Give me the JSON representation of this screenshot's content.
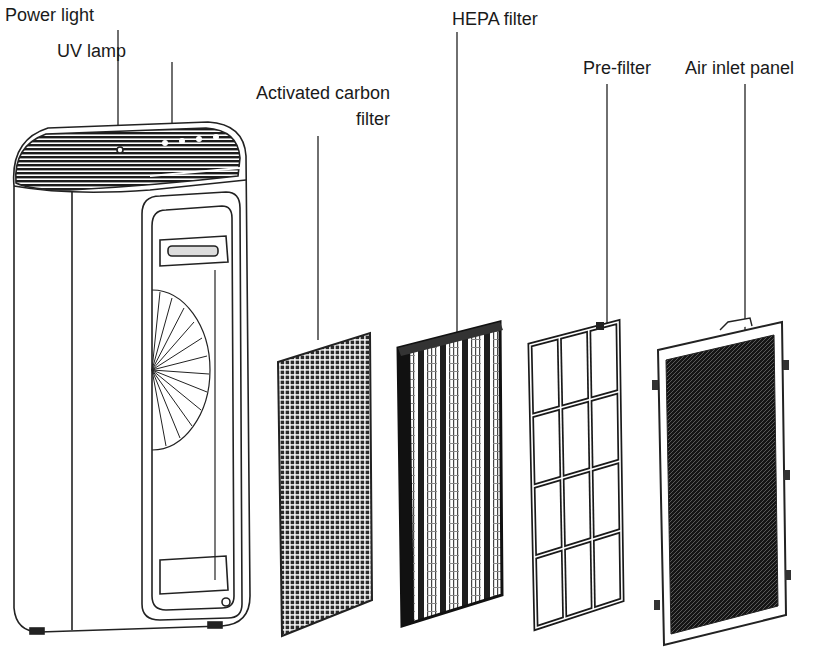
{
  "diagram": {
    "labels": [
      "Power light",
      "UV lamp",
      "Activated carbon filter",
      "HEPA filter",
      "Pre-filter",
      "Air inlet panel"
    ]
  }
}
